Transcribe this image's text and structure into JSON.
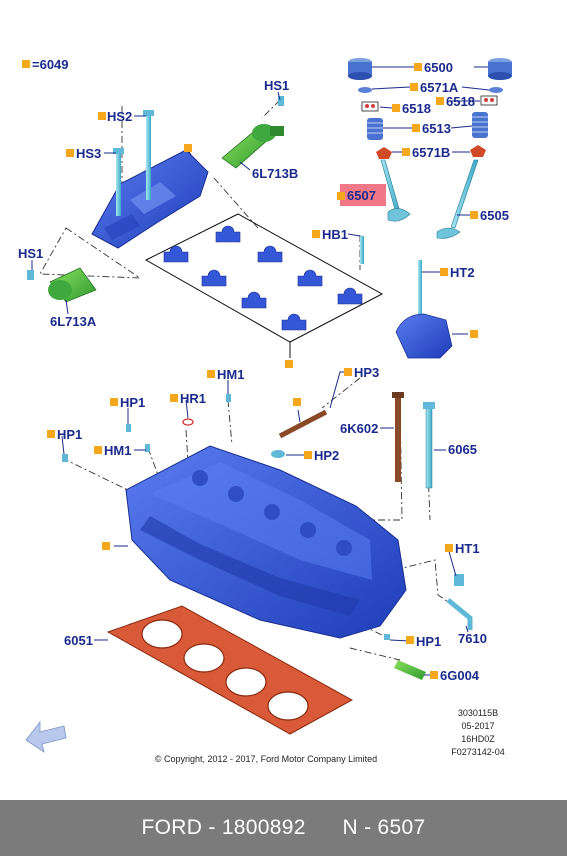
{
  "legend": {
    "symbol_label": "=6049"
  },
  "parts": {
    "p6500": "6500",
    "p6571A": "6571A",
    "p6518a": "6518",
    "p6518b": "6518",
    "p6513": "6513",
    "p6571B": "6571B",
    "p6507": "6507",
    "p6505": "6505",
    "hs1_top": "HS1",
    "hs2": "HS2",
    "hs3": "HS3",
    "p6L713B": "6L713B",
    "hs1_left": "HS1",
    "p6L713A": "6L713A",
    "hb1": "HB1",
    "ht2": "HT2",
    "hm1_top": "HM1",
    "hp3": "HP3",
    "hp1_top": "HP1",
    "hr1": "HR1",
    "p6K602": "6K602",
    "hp1_left": "HP1",
    "hm1_left": "HM1",
    "hp2": "HP2",
    "p6065": "6065",
    "ht1": "HT1",
    "p6051": "6051",
    "hp1_bottom": "HP1",
    "p7610": "7610",
    "p6G004": "6G004"
  },
  "doc_info": [
    "3030115B",
    "05-2017",
    "16HD0Z",
    "F0273142-04"
  ],
  "copyright": "© Copyright, 2012 - 2017, Ford Motor Company Limited",
  "footer": {
    "brand": "FORD",
    "part_number": "1800892",
    "n_label": "N",
    "n_value": "6507"
  },
  "colors": {
    "highlight": "#f06a7a",
    "part_blue": "#3355d8",
    "gasket": "#d85a38",
    "sensor_green": "#3fbf3f",
    "marker": "#f5a81c",
    "label": "#1a2a8c",
    "footer_bg": "#7b7b7b"
  }
}
